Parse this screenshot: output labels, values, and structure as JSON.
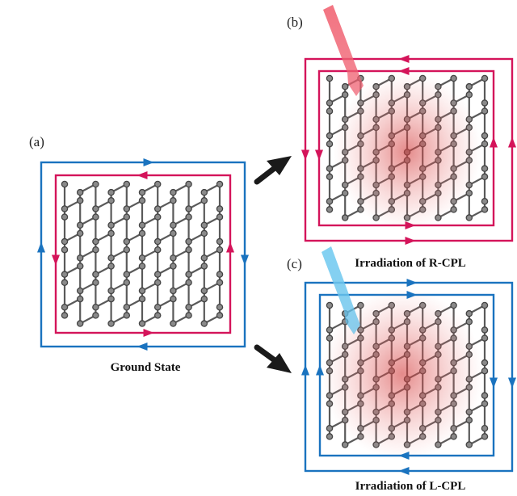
{
  "panels": {
    "a": {
      "label": "(a)",
      "caption": "Ground State"
    },
    "b": {
      "label": "(b)",
      "caption": "Irradiation of R-CPL"
    },
    "c": {
      "label": "(c)",
      "caption": "Irradiation of L-CPL"
    }
  },
  "colors": {
    "outer_blue": "#1a73bf",
    "inner_magenta": "#d4145a",
    "atom_fill": "#8a8a8a",
    "atom_stroke": "#444444",
    "bond": "#5a5a5a",
    "glow": "#d23c3c",
    "red_beam": "#ef5f6f",
    "blue_beam": "#6ec6ee",
    "transition_arrow": "#1a1a1a"
  },
  "icons": {
    "edge_current_arrow": "triangle-arrowhead",
    "transition_arrow": "thick-black-arrow"
  }
}
